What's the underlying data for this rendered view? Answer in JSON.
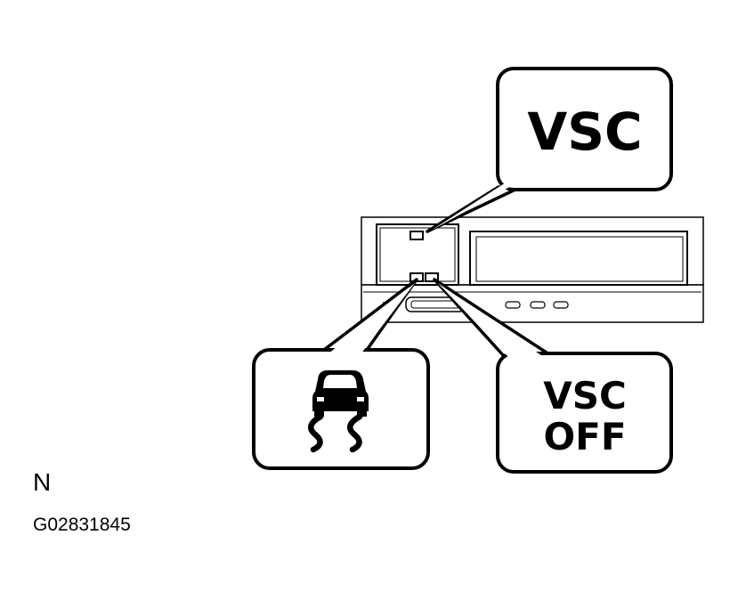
{
  "callouts": {
    "vsc": "VSC",
    "vsc_off_line1": "VSC",
    "vsc_off_line2": "OFF",
    "skid_icon": "skid-car-icon"
  },
  "footer": {
    "letter": "N",
    "figure_code": "G02831845"
  }
}
